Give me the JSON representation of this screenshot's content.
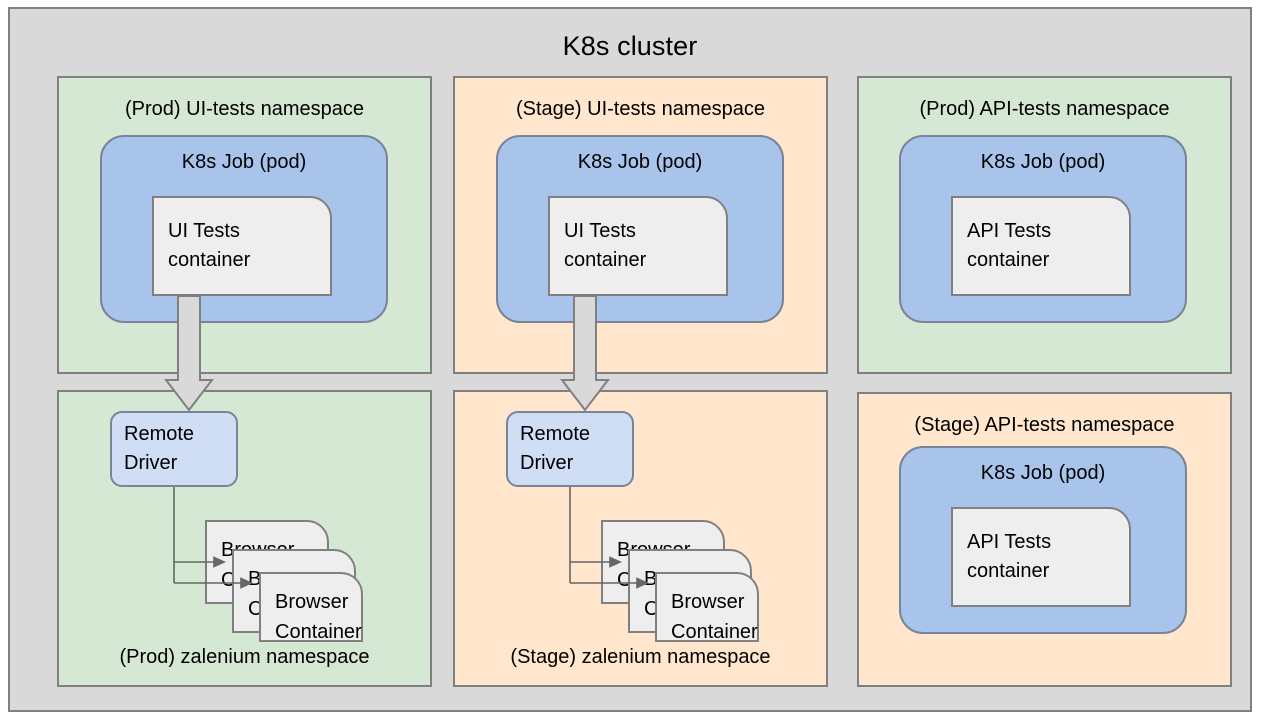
{
  "cluster": {
    "title": "K8s cluster",
    "bg_color": "#d9d9d9",
    "border_color": "#808080"
  },
  "colors": {
    "namespace_prod": "#d5e8d4",
    "namespace_stage": "#ffe6cc",
    "pod": "#a9c4eb",
    "container": "#eeeeee",
    "remote_driver": "#cfddf5",
    "arrow_fill": "#d9d9d9",
    "stroke": "#808080"
  },
  "namespaces": [
    {
      "id": "prod-ui-tests",
      "label": "(Prod) UI-tests namespace",
      "label_position": "top",
      "env": "Prod",
      "pod": {
        "label": "K8s Job (pod)"
      },
      "container": {
        "label": "UI Tests\ncontainer"
      }
    },
    {
      "id": "stage-ui-tests",
      "label": "(Stage) UI-tests namespace",
      "label_position": "top",
      "env": "Stage",
      "pod": {
        "label": "K8s Job (pod)"
      },
      "container": {
        "label": "UI Tests\ncontainer"
      }
    },
    {
      "id": "prod-api-tests",
      "label": "(Prod) API-tests namespace",
      "label_position": "top",
      "env": "Prod",
      "pod": {
        "label": "K8s Job (pod)"
      },
      "container": {
        "label": "API Tests\ncontainer"
      }
    },
    {
      "id": "stage-api-tests",
      "label": "(Stage) API-tests namespace",
      "label_position": "top",
      "env": "Stage",
      "pod": {
        "label": "K8s Job (pod)"
      },
      "container": {
        "label": "API Tests\ncontainer"
      }
    },
    {
      "id": "prod-zalenium",
      "label": "(Prod) zalenium namespace",
      "label_position": "bottom",
      "env": "Prod",
      "driver": {
        "label": "Remote\nDriver"
      },
      "browser_containers": [
        {
          "label": "Browser\nContainer"
        },
        {
          "label": "Browser\nContainer"
        },
        {
          "label": "Browser\nContainer"
        }
      ]
    },
    {
      "id": "stage-zalenium",
      "label": "(Stage) zalenium namespace",
      "label_position": "bottom",
      "env": "Stage",
      "driver": {
        "label": "Remote\nDriver"
      },
      "browser_containers": [
        {
          "label": "Browser\nContainer"
        },
        {
          "label": "Browser\nContainer"
        },
        {
          "label": "Browser\nContainer"
        }
      ]
    }
  ]
}
